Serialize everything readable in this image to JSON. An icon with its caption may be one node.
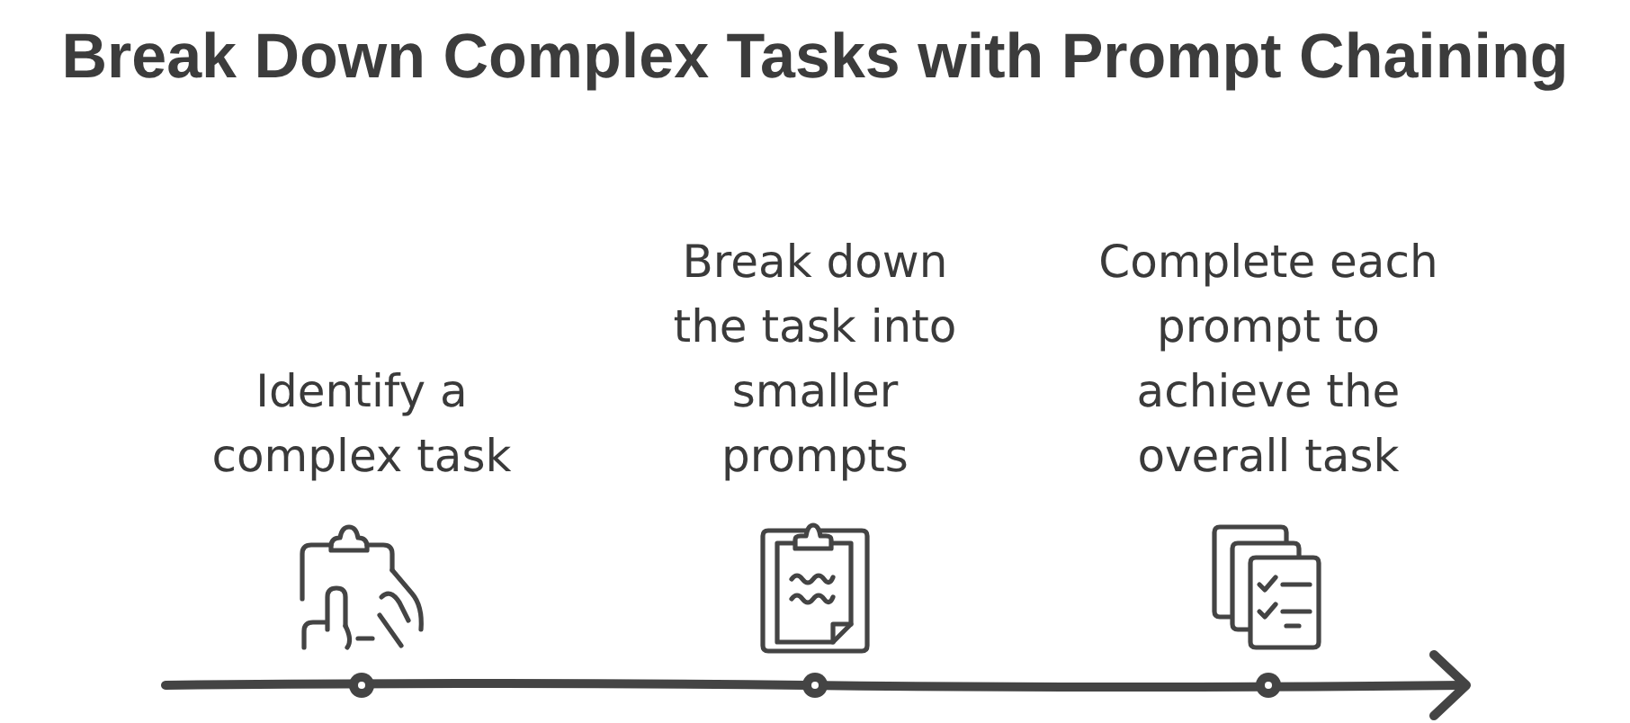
{
  "diagram": {
    "title": "Break Down Complex Tasks with Prompt Chaining",
    "nodes": [
      {
        "text": [
          "Identify a complex task"
        ]
      },
      {
        "text": [
          "Break down the task into smaller prompts"
        ]
      },
      {
        "text": [
          "Complete each prompt to achieve the overall task"
        ]
      }
    ]
  }
}
